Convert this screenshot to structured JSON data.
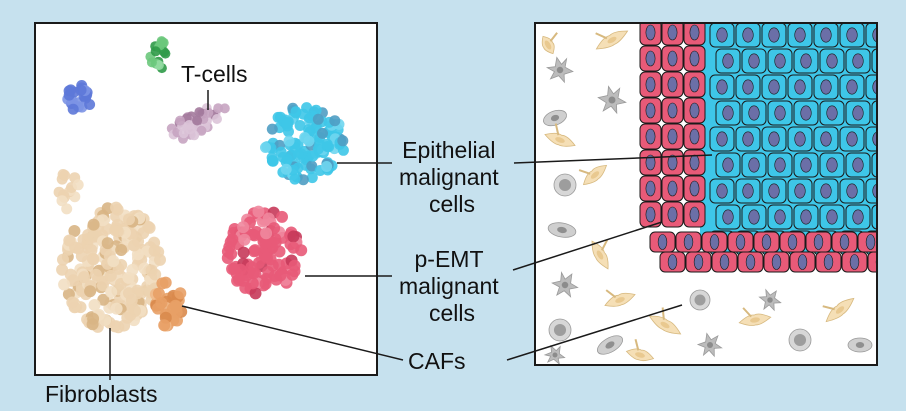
{
  "labels": {
    "t_cells": "T-cells",
    "epithelial": [
      "Epithelial",
      "malignant",
      "cells"
    ],
    "pemt": [
      "p-EMT",
      "malignant",
      "cells"
    ],
    "cafs": "CAFs",
    "fibroblasts": "Fibroblasts"
  },
  "colors": {
    "background": "#c6e1ee",
    "panel": "#ffffff",
    "border": "#1a1a1a",
    "epithelial": "#3ec6e8",
    "epithelial_dark": "#4f9dc3",
    "pemt": "#e85a78",
    "pemt_dark": "#c63a5a",
    "fibroblast": "#ecd3b0",
    "fibroblast_dark": "#d8b585",
    "caf": "#e8a066",
    "tcell": "#c6a4c1",
    "tcell_dark": "#a37a9c",
    "green": "#6cc87c",
    "green_dark": "#2f9a48",
    "blue": "#5d78d8",
    "stromal_grey": "#bcbcbc",
    "stromal_beige": "#f5dfb6"
  }
}
